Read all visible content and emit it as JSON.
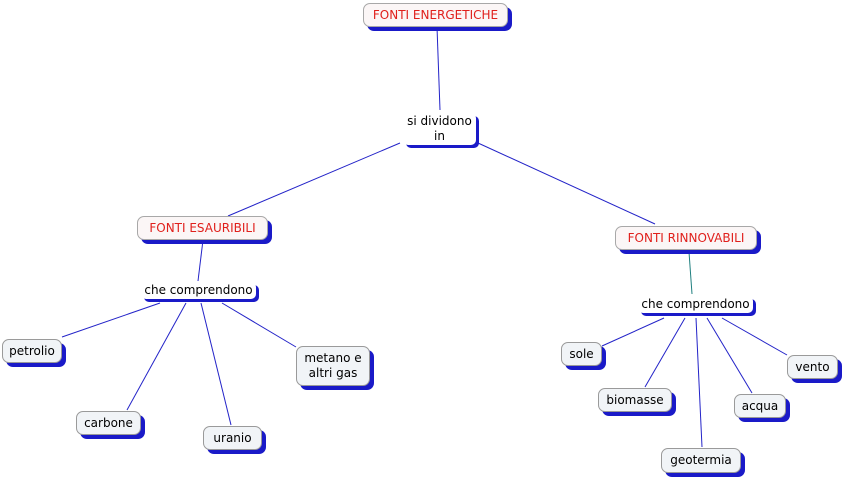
{
  "colors": {
    "edge": "#2323c8",
    "edge_alt": "#1f7f7f",
    "shadow": "#1a1ac8",
    "title_text": "#e0201c"
  },
  "nodes": {
    "root": "FONTI ENERGETICHE",
    "divide": "si dividono\nin",
    "esauribili": "FONTI ESAURIBILI",
    "rinnovabili": "FONTI RINNOVABILI",
    "comprendono_left": "che comprendono",
    "comprendono_right": "che comprendono",
    "petrolio": "petrolio",
    "carbone": "carbone",
    "uranio": "uranio",
    "metano": "metano e\naltri gas",
    "sole": "sole",
    "biomasse": "biomasse",
    "geotermia": "geotermia",
    "acqua": "acqua",
    "vento": "vento"
  }
}
